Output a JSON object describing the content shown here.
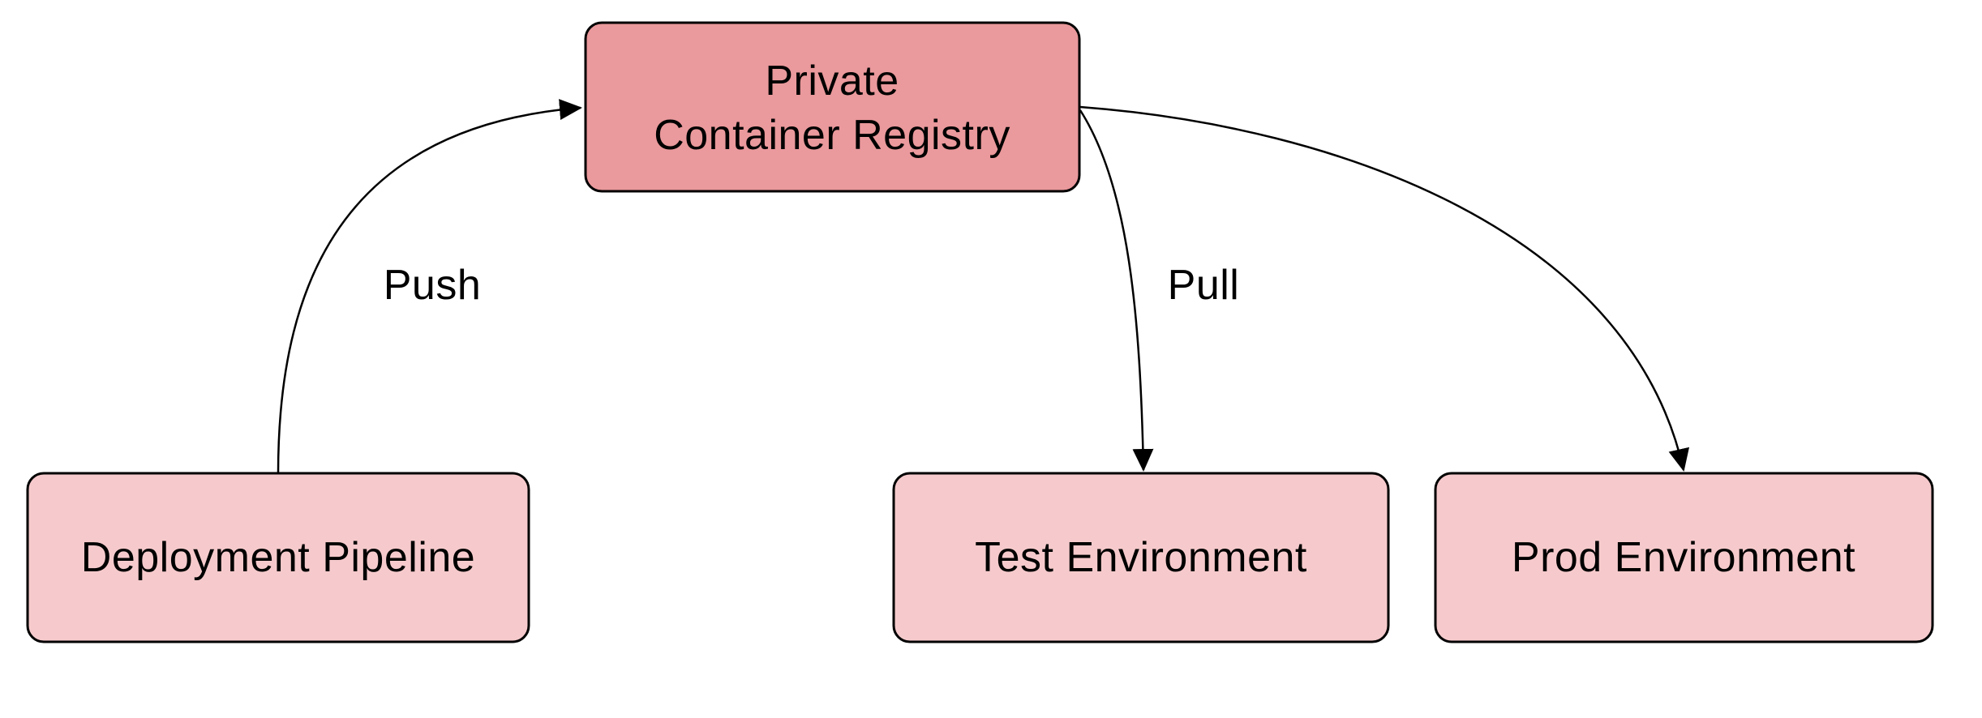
{
  "page": {
    "background": "#ffffff"
  },
  "diagram": {
    "stroke_color": "#000000",
    "text_color": "#000000",
    "nodes": [
      {
        "id": "private-container-registry",
        "lines": [
          "Private",
          "Container Registry"
        ],
        "fill": "#ea999c"
      },
      {
        "id": "deployment-pipeline",
        "lines": [
          "Deployment Pipeline"
        ],
        "fill": "#f6cacc"
      },
      {
        "id": "test-environment",
        "lines": [
          "Test Environment"
        ],
        "fill": "#f6cacc"
      },
      {
        "id": "prod-environment",
        "lines": [
          "Prod Environment"
        ],
        "fill": "#f6cacc"
      }
    ],
    "edges": [
      {
        "from": "deployment-pipeline",
        "to": "private-container-registry",
        "label": "Push"
      },
      {
        "from": "private-container-registry",
        "to": "test-environment",
        "label": "Pull"
      },
      {
        "from": "private-container-registry",
        "to": "prod-environment"
      }
    ]
  }
}
